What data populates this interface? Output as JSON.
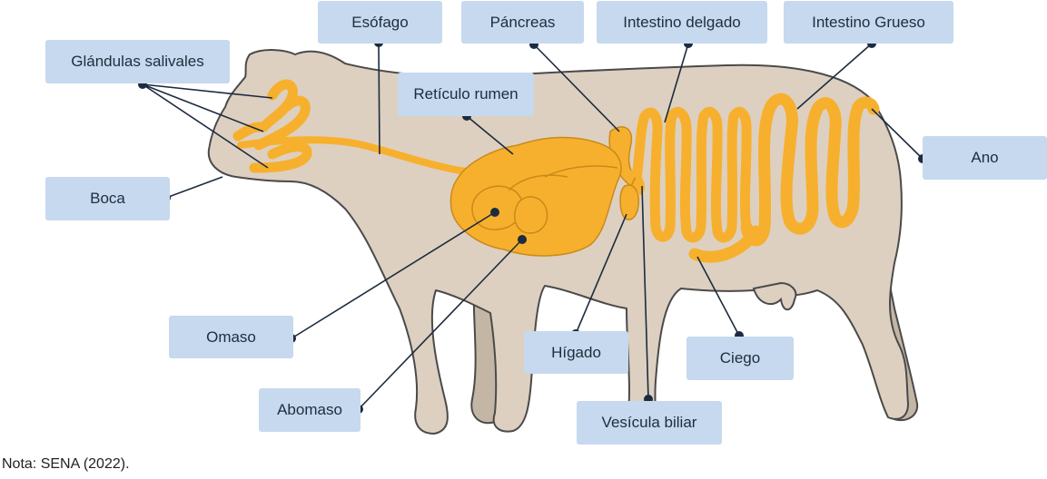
{
  "labels": {
    "glandulas": "Glándulas salivales",
    "esofago": "Esófago",
    "pancreas": "Páncreas",
    "intestino_delgado": "Intestino delgado",
    "intestino_grueso": "Intestino Grueso",
    "reticulo": "Retículo rumen",
    "boca": "Boca",
    "ano": "Ano",
    "omaso": "Omaso",
    "higado": "Hígado",
    "ciego": "Ciego",
    "abomaso": "Abomaso",
    "vesicula": "Vesícula biliar"
  },
  "note": "Nota: SENA (2022).",
  "colors": {
    "body": "#ddd0c1",
    "body_shadow": "#c4b6a4",
    "outline": "#4a4a4a",
    "organ": "#f7b02d",
    "organ_stroke": "#c98a1a",
    "label_bg": "#c6d9ef",
    "leader": "#1c2b3f"
  }
}
